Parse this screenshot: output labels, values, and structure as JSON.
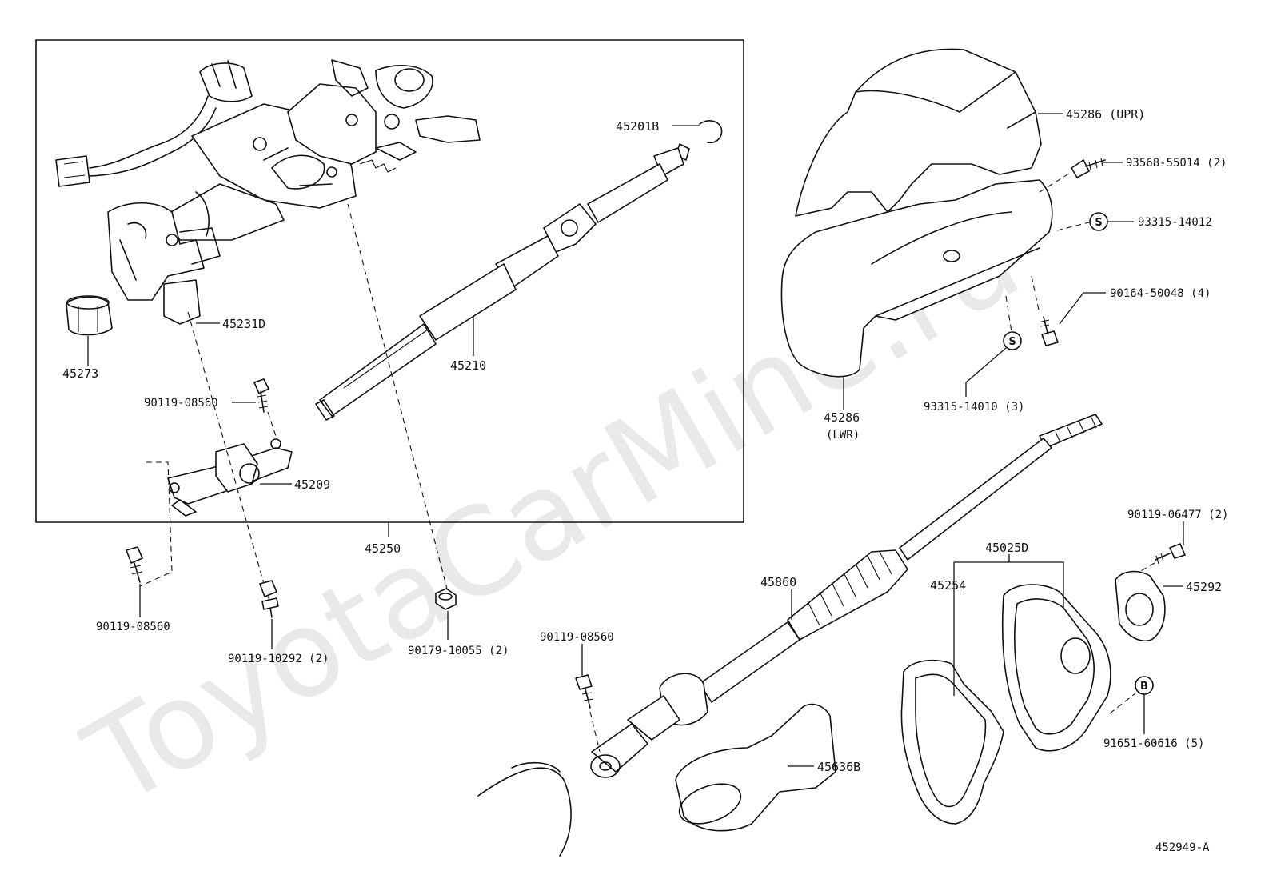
{
  "watermark": "ToyotaCarMine.ru",
  "diagram_code": "452949-A",
  "symbols": {
    "s": "S",
    "b": "B"
  },
  "labels": {
    "p45201B": "45201B",
    "p45231D": "45231D",
    "p45273": "45273",
    "p45210": "45210",
    "p90119_08560_a": "90119-08560",
    "p45209": "45209",
    "p45250": "45250",
    "p90119_08560_b": "90119-08560",
    "p90119_10292": "90119-10292 (2)",
    "p90179_10055": "90179-10055 (2)",
    "p45286_upr": "45286 (UPR)",
    "p93568_55014": "93568-55014 (2)",
    "p93315_14012": "93315-14012",
    "p90164_50048": "90164-50048 (4)",
    "p45286_lwr": "45286",
    "p45286_lwr_sub": "(LWR)",
    "p93315_14010": "93315-14010 (3)",
    "p90119_06477": "90119-06477 (2)",
    "p45025D": "45025D",
    "p45292": "45292",
    "p45254": "45254",
    "p45860": "45860",
    "p90119_08560_c": "90119-08560",
    "p91651_60616": "91651-60616 (5)",
    "p45636B": "45636B"
  }
}
